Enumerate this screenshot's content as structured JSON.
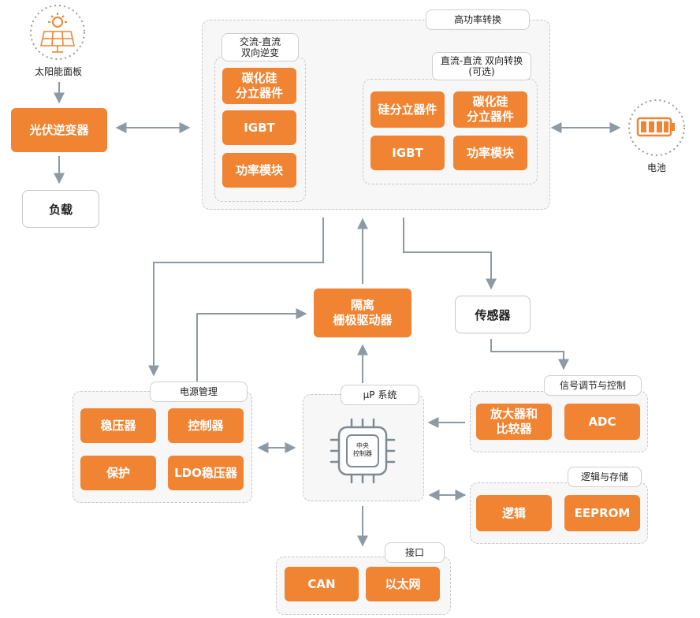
{
  "colors": {
    "accent": "#f08432",
    "arrow": "#8d9aa3",
    "border": "#c8c8c8"
  },
  "solar": {
    "icon": "solar-panel-icon",
    "label": "太阳能面板"
  },
  "pv_inverter": "光伏逆变器",
  "load": "负载",
  "battery": {
    "icon": "battery-icon",
    "label": "电池"
  },
  "high_power": {
    "label": "高功率转换",
    "ac_dc": {
      "label": "交流-直流\n双向逆变",
      "items": [
        "碳化硅\n分立器件",
        "IGBT",
        "功率模块"
      ]
    },
    "dc_dc": {
      "label": "直流-直流 双向转换\n(可选)",
      "items": [
        "硅分立器件",
        "碳化硅\n分立器件",
        "IGBT",
        "功率模块"
      ]
    }
  },
  "gate_driver": "隔离\n栅极驱动器",
  "sensor": "传感器",
  "power_mgmt": {
    "label": "电源管理",
    "items": [
      "稳压器",
      "控制器",
      "保护",
      "LDO稳压器"
    ]
  },
  "mcu": {
    "label": "µP 系统",
    "chip_icon": "cpu-chip-icon",
    "chip_label": "中央\n控制器"
  },
  "signal": {
    "label": "信号调节与控制",
    "items": [
      "放大器和\n比较器",
      "ADC"
    ]
  },
  "logic": {
    "label": "逻辑与存储",
    "items": [
      "逻辑",
      "EEPROM"
    ]
  },
  "interface": {
    "label": "接口",
    "items": [
      "CAN",
      "以太网"
    ]
  }
}
